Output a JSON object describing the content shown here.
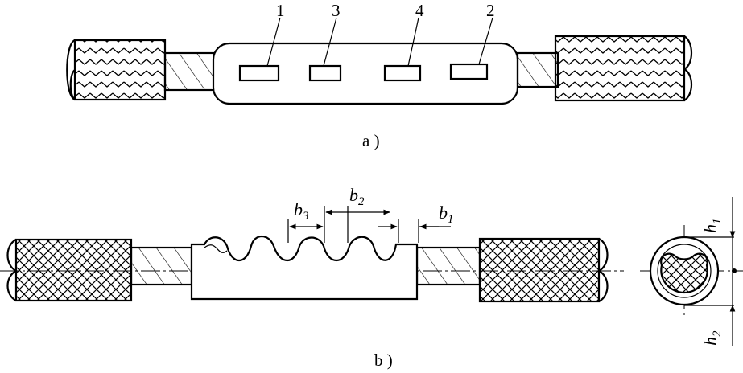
{
  "figure_a": {
    "caption": "a )",
    "callouts": [
      "1",
      "3",
      "4",
      "2"
    ]
  },
  "figure_b": {
    "caption": "b )",
    "dims": {
      "b1": {
        "base": "b",
        "sub": "1"
      },
      "b2": {
        "base": "b",
        "sub": "2"
      },
      "b3": {
        "base": "b",
        "sub": "3"
      },
      "h1": {
        "base": "h",
        "sub": "1"
      },
      "h2": {
        "base": "h",
        "sub": "2"
      }
    }
  }
}
